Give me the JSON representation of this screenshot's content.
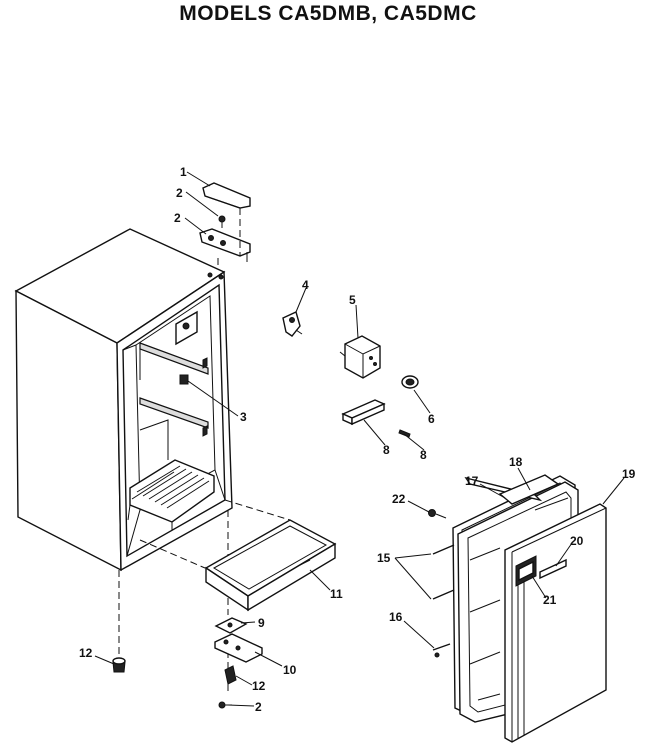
{
  "title": "MODELS CA5DMB, CA5DMC",
  "callouts": {
    "c1": "1",
    "c2a": "2",
    "c2b": "2",
    "c2c": "2",
    "c3": "3",
    "c4": "4",
    "c5": "5",
    "c6": "6",
    "c8a": "8",
    "c8b": "8",
    "c9": "9",
    "c10": "10",
    "c11": "11",
    "c12a": "12",
    "c12b": "12",
    "c15": "15",
    "c16": "16",
    "c17": "17",
    "c18": "18",
    "c19": "19",
    "c20": "20",
    "c21": "21",
    "c22": "22"
  }
}
